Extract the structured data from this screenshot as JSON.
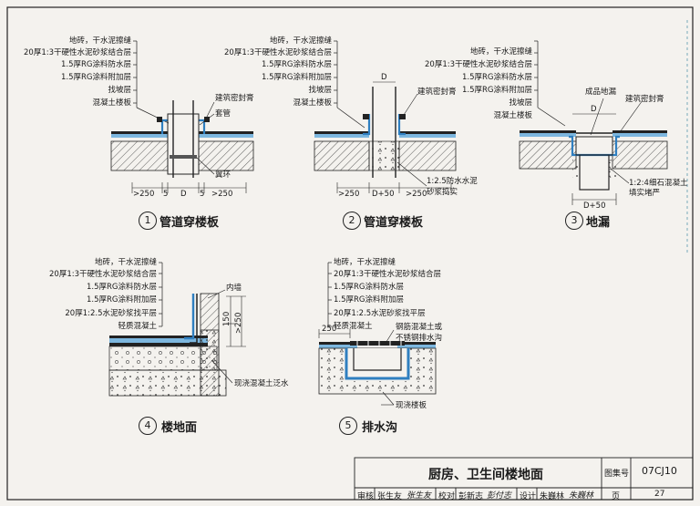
{
  "diagrams": {
    "d1": {
      "number": "1",
      "title": "管道穿楼板",
      "layers": [
        "地砖，干水泥擦缝",
        "20厚1:3干硬性水泥砂浆结合层",
        "1.5厚RG涂料防水层",
        "1.5厚RG涂料附加层",
        "找坡层",
        "混凝土楼板"
      ],
      "sealant": "建筑密封膏",
      "sleeve": "套管",
      "ring": "翼环",
      "dims": [
        ">250",
        "5",
        "D",
        "5",
        ">250"
      ]
    },
    "d2": {
      "number": "2",
      "title": "管道穿楼板",
      "layers": [
        "地砖，干水泥擦缝",
        "20厚1:3干硬性水泥砂浆结合层",
        "1.5厚RG涂料防水层",
        "1.5厚RG涂料附加层",
        "找坡层",
        "混凝土楼板"
      ],
      "top_dim": "D",
      "sealant": "建筑密封膏",
      "fill_line1": "1:2.5防水水泥",
      "fill_line2": "砂浆捣实",
      "dims": [
        ">250",
        "D+50",
        ">250"
      ]
    },
    "d3": {
      "number": "3",
      "title": "地漏",
      "layers": [
        "地砖，干水泥擦缝",
        "20厚1:3干硬性水泥砂浆结合层",
        "1.5厚RG涂料防水层",
        "1.5厚RG涂料附加层",
        "找坡层",
        "混凝土楼板"
      ],
      "drain": "成品地漏",
      "top_dim": "D",
      "sealant": "建筑密封膏",
      "fill_line1": "1:2:4细石混凝土",
      "fill_line2": "填实堵严",
      "bottom_dim": "D+50"
    },
    "d4": {
      "number": "4",
      "title": "楼地面",
      "layers": [
        "地砖，干水泥擦缝",
        "20厚1:3干硬性水泥砂浆结合层",
        "1.5厚RG涂料防水层",
        "1.5厚RG涂料附加层",
        "20厚1:2.5水泥砂浆找平层",
        "轻质混凝土"
      ],
      "wall": "内墙",
      "dim_a": "150",
      "dim_b": ">250",
      "curb": "现浇混凝土泛水"
    },
    "d5": {
      "number": "5",
      "title": "排水沟",
      "layers": [
        "地砖，干水泥擦缝",
        "20厚1:3干硬性水泥砂浆结合层",
        "1.5厚RG涂料防水层",
        "1.5厚RG涂料附加层",
        "20厚1:2.5水泥砂浆找平层",
        "轻质混凝土"
      ],
      "dim": "250",
      "trench_line1": "钢筋混凝土或",
      "trench_line2": "不锈钢排水沟",
      "slab": "现浇楼板"
    }
  },
  "title_block": {
    "sheet_title": "厨房、卫生间楼地面",
    "atlas_label": "图集号",
    "atlas_no": "07CJ10",
    "review_label": "审核",
    "reviewer": "张生友",
    "reviewer_sign": "张生友",
    "check_label": "校对",
    "checker": "彭新志",
    "checker_sign": "彭付志",
    "design_label": "设计",
    "designer": "朱巍林",
    "designer_sign": "朱巍林",
    "page_label": "页",
    "page_no": "27"
  }
}
